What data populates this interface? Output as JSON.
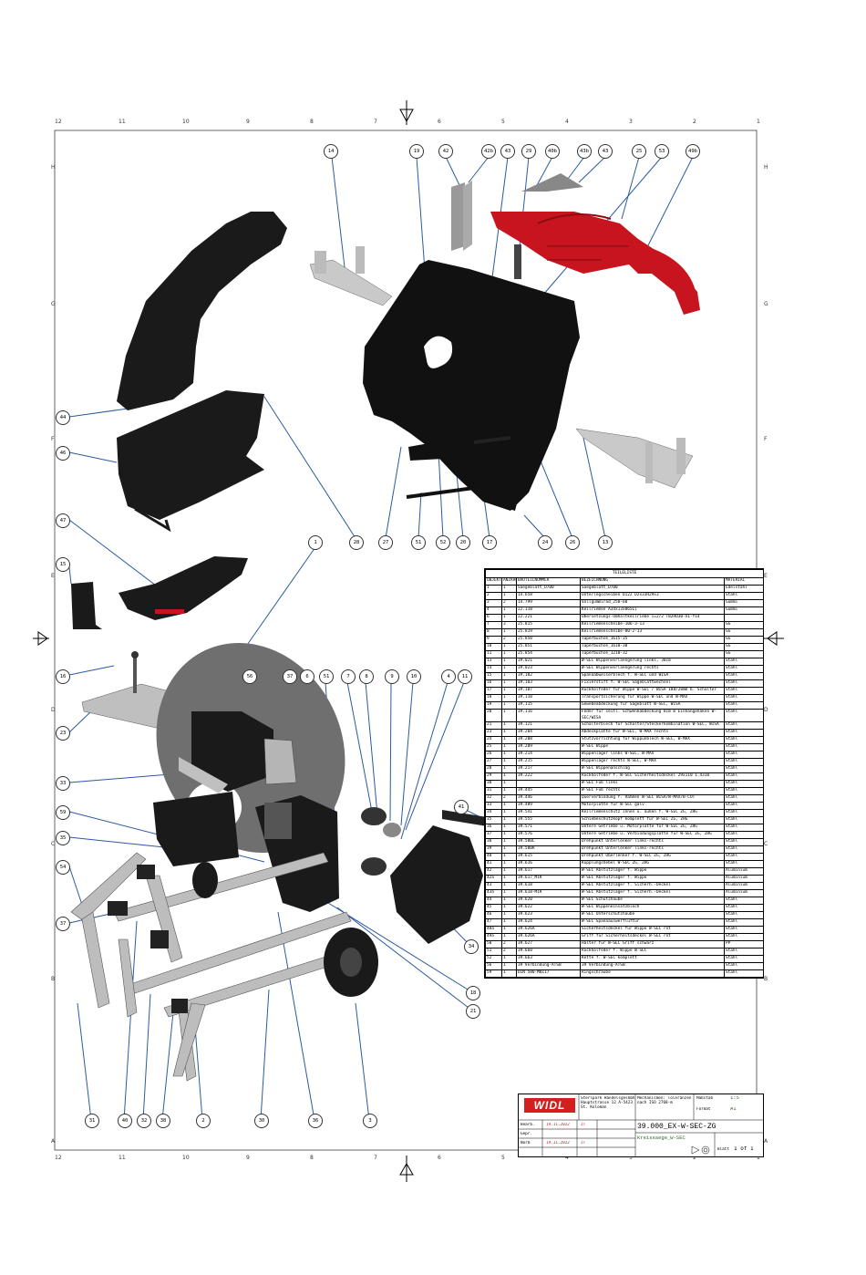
{
  "ruler": {
    "top": [
      "12",
      "11",
      "10",
      "9",
      "8",
      "7",
      "6",
      "5",
      "4",
      "3",
      "2",
      "1"
    ],
    "side": [
      "H",
      "G",
      "F",
      "E",
      "D",
      "C",
      "B",
      "A"
    ]
  },
  "balloons": {
    "a14": "14",
    "a19": "19",
    "a42": "42",
    "a42b": "42b",
    "a43": "43",
    "a29": "29",
    "a40b": "40b",
    "a43b": "43b",
    "a43r": "43",
    "a25": "25",
    "a53": "53",
    "a49b": "49b",
    "b44": "44",
    "b46": "46",
    "b28": "28",
    "b27": "27",
    "b51": "51",
    "b52": "52",
    "b20": "20",
    "b17": "17",
    "b24": "24",
    "b26": "26",
    "b13": "13",
    "c47": "47",
    "c15": "15",
    "c1": "1",
    "c16": "16",
    "c23": "23",
    "d56": "56",
    "d37": "37",
    "d6": "6",
    "d51": "51",
    "d7": "7",
    "d8": "8",
    "d9": "9",
    "d10": "10",
    "d4": "4",
    "d11": "11",
    "e33": "33",
    "e59": "59",
    "e35": "35",
    "e54": "54",
    "e41": "41",
    "e34": "34",
    "e37": "37",
    "e18": "18",
    "e21": "21",
    "f31": "31",
    "f40": "40",
    "f32": "32",
    "f38": "38",
    "f2": "2",
    "f30": "30",
    "f36": "36",
    "f3": "3"
  },
  "parts_list": {
    "title": "TEILELISTE",
    "headers": [
      "OBJEKT",
      "ANZAHL",
      "BAUTEILNUMMER",
      "BEZEICHNUNG",
      "MATERIAL"
    ],
    "rows": [
      [
        "1",
        "1",
        "Saegeblatt_D700",
        "Saegeblatt_D700",
        "Edelstahl"
      ],
      [
        "2",
        "1",
        "14.658",
        "Unterlegscheiben D122 D2x33H29x3",
        "Stahl"
      ],
      [
        "3",
        "2",
        "14.799",
        "Vollgummirad_250-60",
        "Gummi"
      ],
      [
        "4",
        "1",
        "22.118",
        "Keilriemen A34x13x865Li",
        "Gummi"
      ],
      [
        "6",
        "1",
        "22.221",
        "Übersetzungs-Umhaltkeilriebe i=2/2 T82RU30-X1-Y14",
        ""
      ],
      [
        "7",
        "3",
        "25.815",
        "Keilriemenscheibe-106-3-13",
        "GG"
      ],
      [
        "8",
        "1",
        "25.819",
        "Keilriemenscheibe-80-2-13",
        "GG"
      ],
      [
        "9",
        "2",
        "25.850",
        "Taperbuchse_1615-35",
        "GG"
      ],
      [
        "10",
        "1",
        "25.851",
        "Taperbuchse_1610-30",
        "GG"
      ],
      [
        "11",
        "1",
        "25.854",
        "Taperbuchse_1210-32",
        "GG"
      ],
      [
        "13",
        "1",
        "39.021",
        "W-SEC Wippenverlaengerung links, 30cm",
        "Stahl"
      ],
      [
        "14",
        "1",
        "39.023",
        "W-SEC Wippenverlaengerung rechts",
        "Stahl"
      ],
      [
        "15",
        "1",
        "39.102",
        "Spänaabweiserblech f. W-SEC und WISA",
        "Stahl"
      ],
      [
        "16",
        "1",
        "39.103",
        "Fixierstift f. W-SEC Sägeblattwechsel",
        "Stahl"
      ],
      [
        "17",
        "1",
        "39.107",
        "Rückholfeder für Wippe W-SEC / WISA 108/28mm b. Schalter",
        "Stahl"
      ],
      [
        "18",
        "1",
        "39.110",
        "Transportsicherung für Wippe W-SEC und W-MAX",
        "Stahl"
      ],
      [
        "19",
        "1",
        "39.115",
        "Gewebeabdeckung für Sägeblatt W-SEC, WISA",
        "Stahl"
      ],
      [
        "20",
        "1",
        "39.116",
        "Feder für seitl. Schwenkabdeckung 8cm m Einhängehaken W-SEC/WISA",
        "Stahl"
      ],
      [
        "21",
        "1",
        "39.121",
        "Schalterblech für Schalter/Steckerkombination W-SEC, WISA",
        "Stahl"
      ],
      [
        "23",
        "1",
        "39.204",
        "Abdeckplatte für W-SEC, W-MAX rechts",
        "Stahl"
      ],
      [
        "24",
        "1",
        "39.208",
        "Stützvorrichtung für Wippunblech W-SEC, W-MAX",
        "Stahl"
      ],
      [
        "25",
        "1",
        "39.209",
        "W-SEC Wippe",
        "Stahl"
      ],
      [
        "26",
        "1",
        "39.214",
        "Wippenlager links W-SEC, W-MAX",
        "Stahl"
      ],
      [
        "27",
        "1",
        "39.215",
        "Wippenlager rechts W-SEC, W-MAX",
        "Stahl"
      ],
      [
        "28",
        "1",
        "39.217",
        "W-SEC Wippenanschlag",
        "Stahl"
      ],
      [
        "29",
        "1",
        "39.222",
        "Rückholfeder f. W-SEC Sicherheitsdeckel 29x110 1.4310",
        "Stahl"
      ],
      [
        "30",
        "1",
        "",
        "W-SEC Fuß links",
        "Stahl"
      ],
      [
        "31",
        "1",
        "39.445",
        "W-SEC Fuß rechts",
        "Stahl"
      ],
      [
        "32",
        "2",
        "39.446",
        "Querverbindung f. Rahmen W-SEC WISA/W-MAX/B-CUT",
        "Stahl"
      ],
      [
        "33",
        "1",
        "39.489",
        "Motorplatte für W-SEC galv",
        "Stahl"
      ],
      [
        "34",
        "1",
        "39.541",
        "Keilriemenschutz innen u. außen f. W-SEC ZG, ZHG",
        "Stahl"
      ],
      [
        "35",
        "1",
        "39.555",
        "Schiebeschutzkopf komplett für W-SEC ZG, ZHG",
        "Stahl"
      ],
      [
        "36",
        "1",
        "39.571",
        "Untere Getriebe u. Motorplatte für W-SEC ZG, ZHG",
        "Stahl"
      ],
      [
        "37",
        "1",
        "39.576",
        "Untere Getriebe u. Verbindungsplatte für W-SEC ZG, ZHG",
        "Stahl"
      ],
      [
        "38",
        "1",
        "39.580L",
        "Drehpunkt Unterlenker links-rechts",
        "Stahl"
      ],
      [
        "39",
        "1",
        "39.580R",
        "Drehpunkt Unterlenker links-rechts",
        "Stahl"
      ],
      [
        "40",
        "1",
        "39.615",
        "Drehpunkt Oberlenker f. W-SEC ZG, ZHG",
        "Stahl"
      ],
      [
        "41",
        "1",
        "39.616",
        "Kupplungshebel W-SEC ZG, ZHG",
        "Stahl"
      ],
      [
        "42",
        "1",
        "39.617",
        "W-SEC Abstützlager f. Wippe",
        "Aluminium"
      ],
      [
        "42a",
        "1",
        "39.617_MIR",
        "W-SEC Abstützlager f. Wippe",
        "Aluminium"
      ],
      [
        "43",
        "1",
        "39.618",
        "W-SEC Abstützlager f. Sicherh.-Deckel",
        "Aluminium"
      ],
      [
        "43a",
        "1",
        "39.618-MIR",
        "W-SEC Abstützlager f. Sicherh.-Deckel",
        "Aluminium"
      ],
      [
        "44",
        "1",
        "39.620",
        "W-SEC Schutzhaube",
        "Stahl"
      ],
      [
        "45",
        "1",
        "39.622",
        "W-SEC Wippeneinsatzblech",
        "Stahl"
      ],
      [
        "46",
        "1",
        "39.623",
        "W-SEC Unterschutzhaube",
        "Stahl"
      ],
      [
        "47",
        "1",
        "39.624",
        "W-SEC Spänaauswerfluftur",
        "Stahl"
      ],
      [
        "48a",
        "1",
        "39.626A",
        "Sicherheitsdeckel für Wippe W-SEC rot",
        "Stahl"
      ],
      [
        "49a",
        "1",
        "39.626A",
        "Griff für Sicherheitsdeckel W-SEC rot",
        "Stahl"
      ],
      [
        "50",
        "2",
        "39.627",
        "Halter für W-SEC Griff schwarz",
        "PP"
      ],
      [
        "51",
        "2",
        "39.660",
        "Rückholfeder f. Wippe W-SEC",
        "Stahl"
      ],
      [
        "52",
        "1",
        "39.663",
        "Kette f. W-SEC komplett",
        "Stahl"
      ],
      [
        "56",
        "1",
        "39 Verbindung-ATSB",
        "39 Verbindung-ATSB",
        "Stahl"
      ],
      [
        "59",
        "1",
        "DIN 580-M8x17",
        "Ringschraube",
        "Stahl"
      ]
    ]
  },
  "title_block": {
    "logo": "WIDL",
    "company": "Sterlpark Handelsgesmbh Hauptstrasse 12 A-5423 St. Koloman",
    "note": "Mechanismen: Toleranzen nach ISO 2768-m",
    "scale_label": "Maßstab",
    "scale": "1:5",
    "format_label": "Format",
    "format": "A1",
    "sheet_label": "Blatt",
    "sheet": "1 of 1",
    "rows": [
      [
        "Bearb.",
        "19.11.2022",
        "JT"
      ],
      [
        "Gepr.",
        "",
        ""
      ],
      [
        "Norm",
        "19.11.2022",
        "JT"
      ]
    ],
    "drawing_number": "39.000_EX-W-SEC-ZG",
    "subtitle": "Kreissaege_W-SEC"
  },
  "colors": {
    "accent": "#c8141e",
    "ink": "#000000",
    "callout": "#2c5aa0",
    "metal": "#b9b9b9"
  }
}
